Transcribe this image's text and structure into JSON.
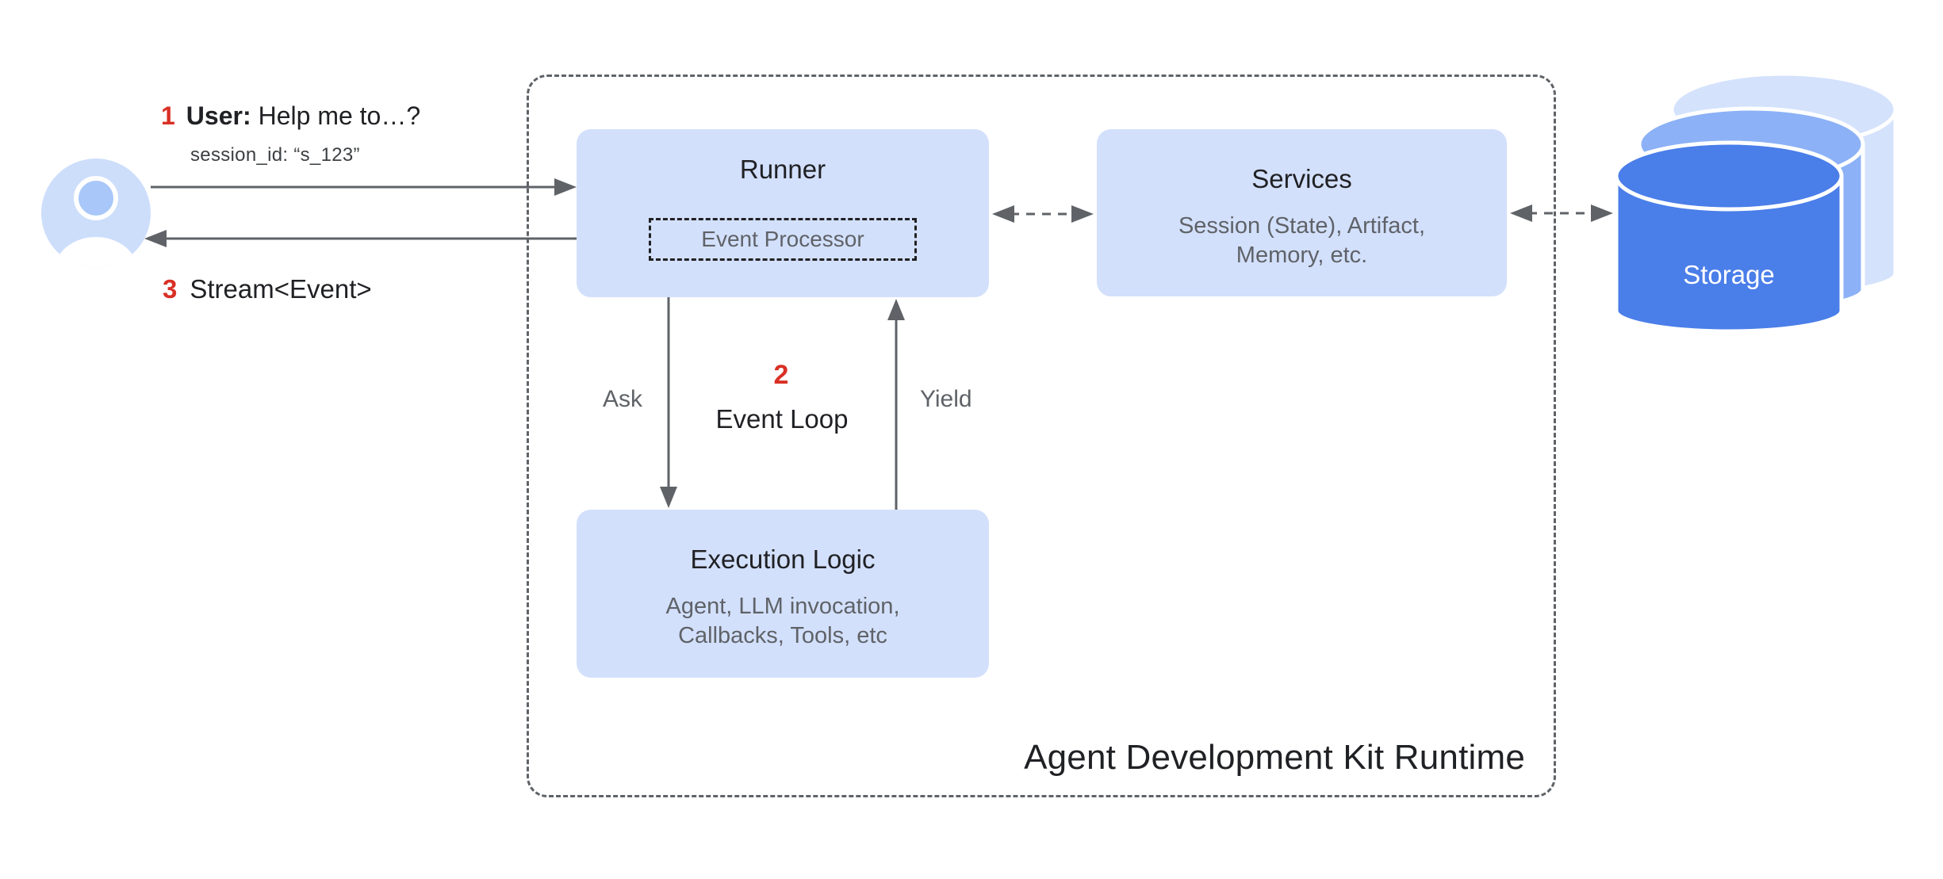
{
  "runtime": {
    "label": "Agent Development Kit Runtime"
  },
  "user_flow": {
    "step1": {
      "number": "1",
      "speaker": "User:",
      "message": "Help me to…?",
      "session": "session_id: “s_123”"
    },
    "step3": {
      "number": "3",
      "message": "Stream<Event>"
    }
  },
  "boxes": {
    "runner": {
      "title": "Runner",
      "event_processor": "Event Processor"
    },
    "services": {
      "title": "Services",
      "line1": "Session (State), Artifact,",
      "line2": "Memory, etc."
    },
    "execution_logic": {
      "title": "Execution Logic",
      "line1": "Agent, LLM invocation,",
      "line2": "Callbacks, Tools, etc"
    }
  },
  "event_loop": {
    "number": "2",
    "label": "Event Loop",
    "ask": "Ask",
    "yield_label": "Yield"
  },
  "storage": {
    "label": "Storage"
  },
  "icons": {
    "user_avatar": "person-avatar-icon",
    "storage": "database-cylinder-icon"
  },
  "colors": {
    "box_fill": "#d3e0fc",
    "line_gray": "#5f6368",
    "text_dark": "#202124",
    "text_gray": "#5f6368",
    "accent_red": "#d93025",
    "storage_front": "#4a7ee9",
    "storage_middle": "#8cb1f6",
    "storage_back": "#d4e2fc",
    "avatar_disc": "#cddefb",
    "avatar_head": "#a9c7f9"
  }
}
